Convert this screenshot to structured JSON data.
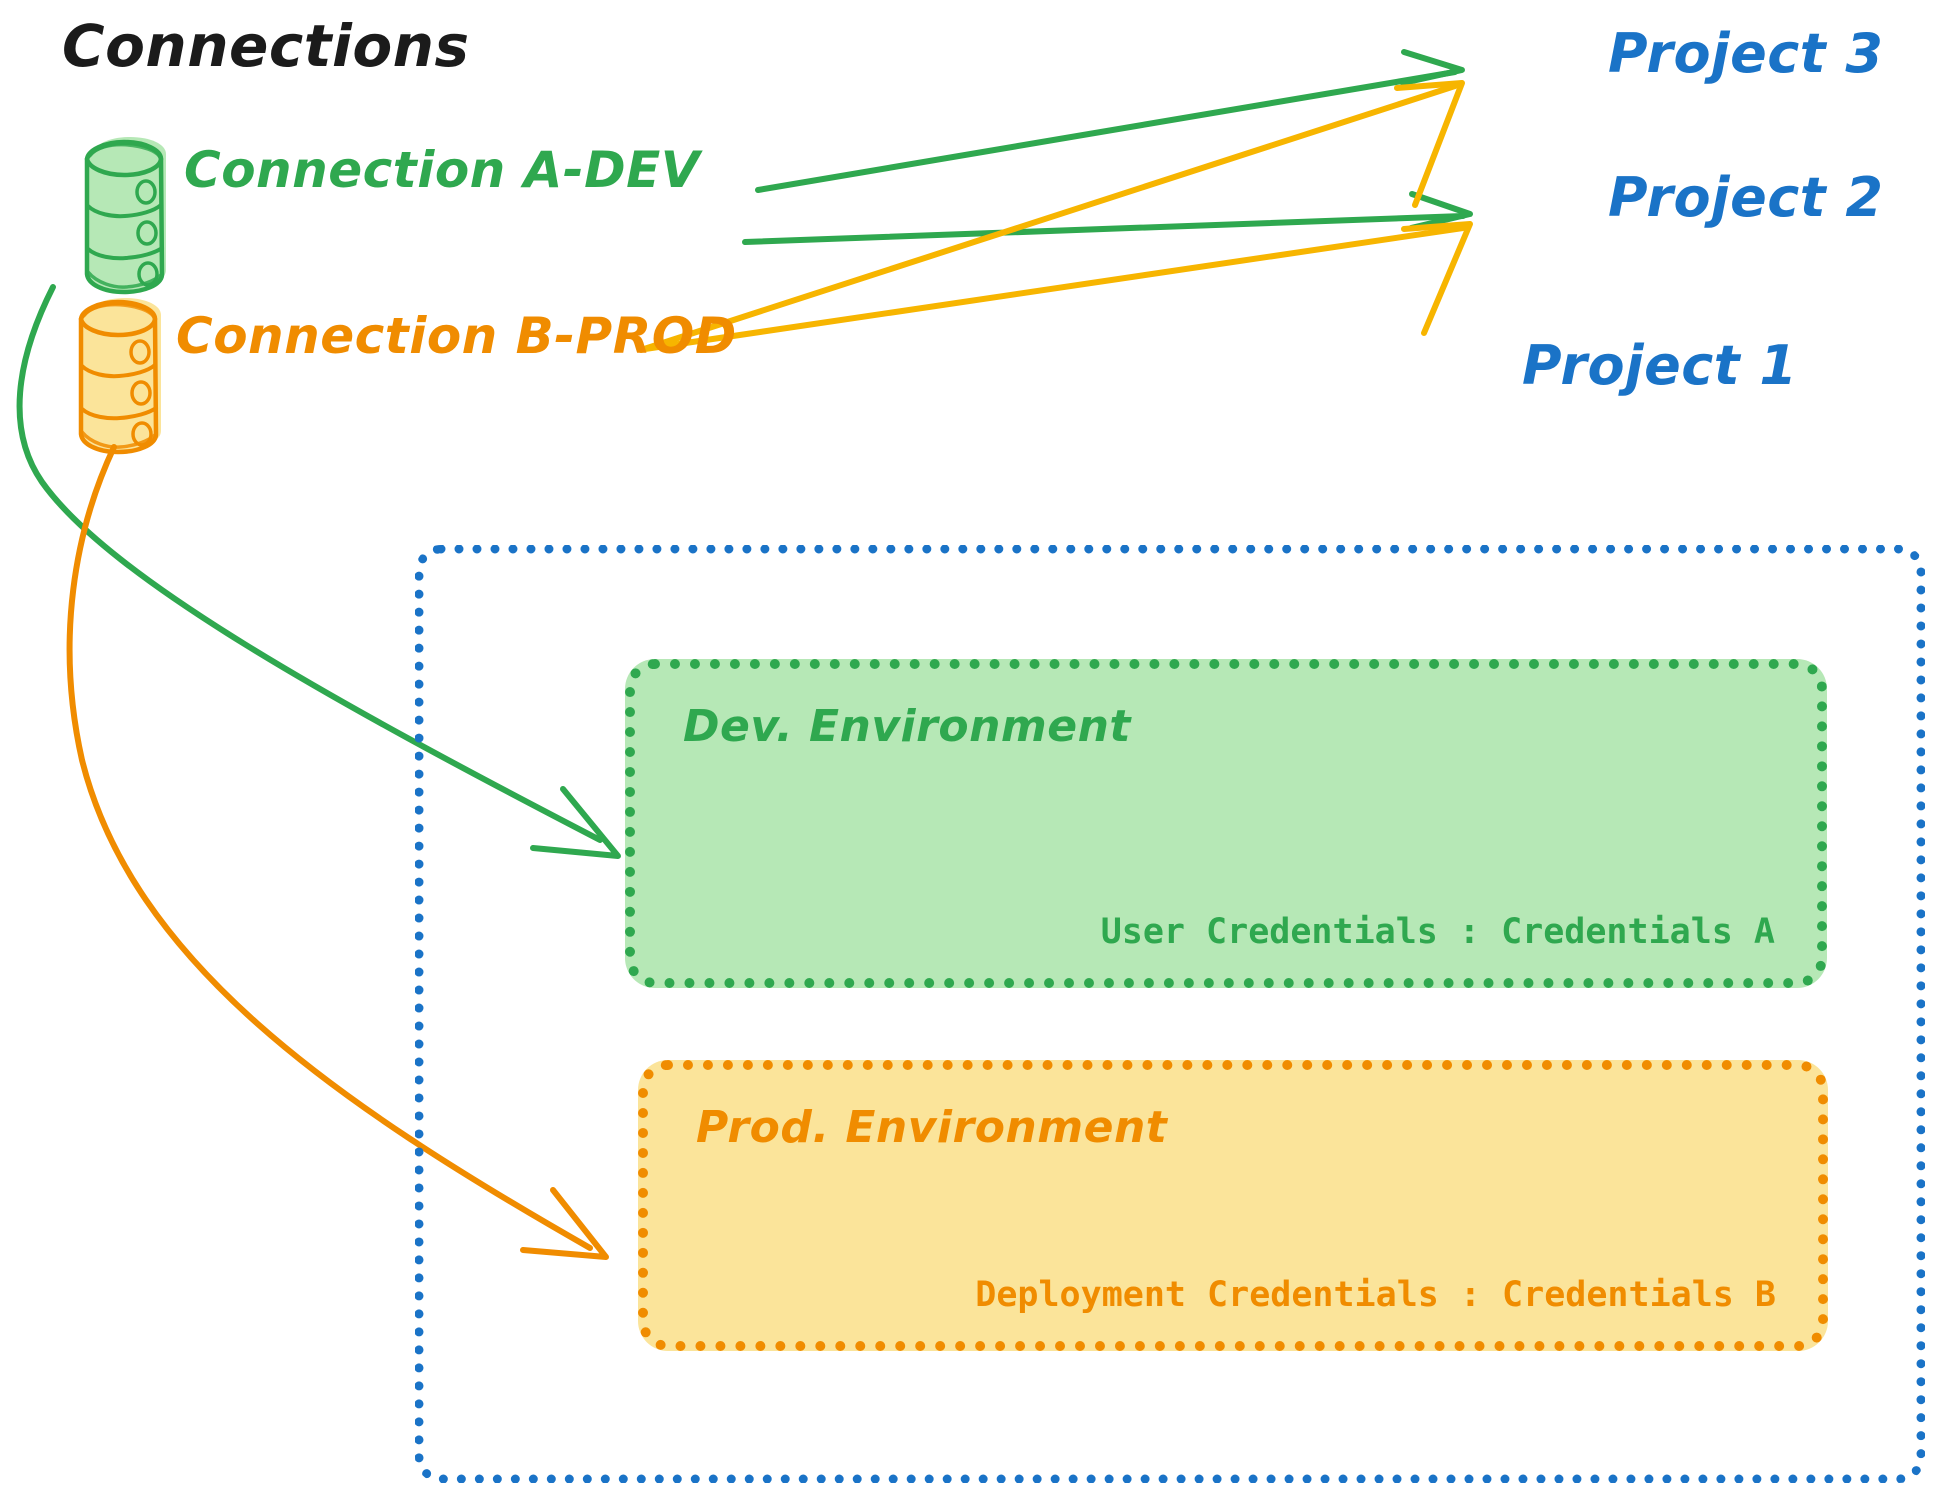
{
  "diagram": {
    "title": "Connections",
    "connections": [
      {
        "id": "conn-a-dev",
        "label": "Connection A-DEV",
        "color": "#2fa84f",
        "icon": "database-cylinder-icon"
      },
      {
        "id": "conn-b-prod",
        "label": "Connection B-PROD",
        "color": "#f08c00",
        "icon": "database-cylinder-icon"
      }
    ],
    "projects": [
      {
        "id": "project-3",
        "label": "Project 3",
        "color": "#1a73c7"
      },
      {
        "id": "project-2",
        "label": "Project 2",
        "color": "#1a73c7"
      },
      {
        "id": "project-1",
        "label": "Project 1",
        "color": "#1a73c7"
      }
    ],
    "environments": [
      {
        "id": "dev-environment",
        "title": "Dev. Environment",
        "credentials": "User Credentials : Credentials A",
        "fill": "#b6e8b6",
        "stroke": "#2fa84f"
      },
      {
        "id": "prod-environment",
        "title": "Prod. Environment",
        "credentials": "Deployment Credentials : Credentials B",
        "fill": "#fbe49a",
        "stroke": "#f08c00"
      }
    ],
    "edges": [
      {
        "from": "conn-a-dev",
        "to": "project-3",
        "color": "#2fa84f",
        "style": "straight-arrow"
      },
      {
        "from": "conn-a-dev",
        "to": "project-2",
        "color": "#2fa84f",
        "style": "straight-arrow"
      },
      {
        "from": "conn-b-prod",
        "to": "project-3",
        "color": "#f7b500",
        "style": "straight-arrow"
      },
      {
        "from": "conn-b-prod",
        "to": "project-2",
        "color": "#f7b500",
        "style": "straight-arrow"
      },
      {
        "from": "conn-a-dev",
        "to": "dev-environment",
        "color": "#2fa84f",
        "style": "curved-arrow"
      },
      {
        "from": "conn-b-prod",
        "to": "prod-environment",
        "color": "#f08c00",
        "style": "curved-arrow"
      }
    ],
    "palette": {
      "project_blue": "#1a73c7",
      "dev_green": "#2fa84f",
      "prod_orange": "#f08c00",
      "arrow_yellow": "#f7b500",
      "green_fill": "#b6e8b6",
      "orange_fill": "#fbe49a",
      "title_black": "#1b1b1b",
      "background": "#ffffff"
    }
  }
}
